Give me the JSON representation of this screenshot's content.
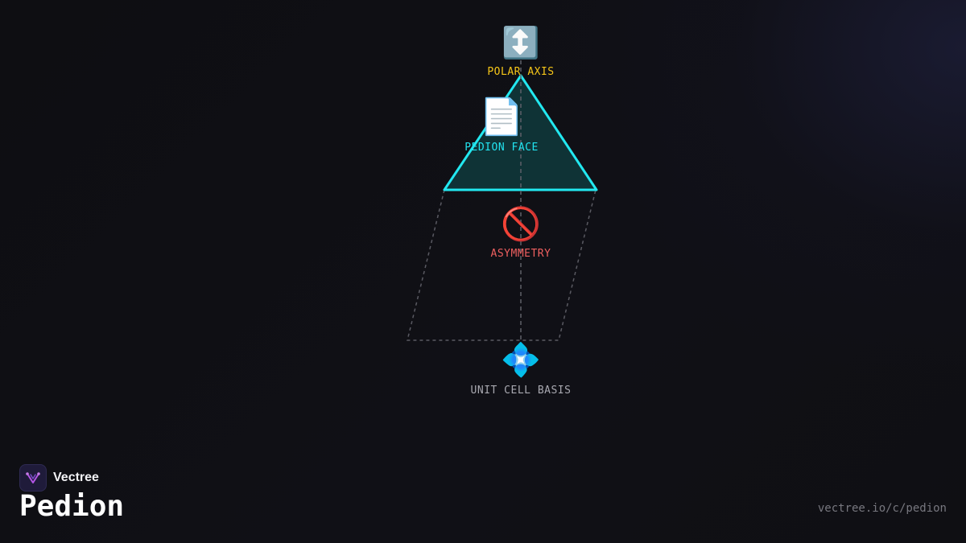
{
  "diagram": {
    "nodes": [
      {
        "id": "polar-axis",
        "label": "POLAR AXIS",
        "icon": "up-down-arrow-icon",
        "glyph": "↕️",
        "color": "#f5c518"
      },
      {
        "id": "pedion-face",
        "label": "PEDION FACE",
        "icon": "page-icon",
        "glyph": "📄",
        "color": "#22e4f0"
      },
      {
        "id": "asymmetry",
        "label": "ASYMMETRY",
        "icon": "prohibited-icon",
        "glyph": "🚫",
        "color": "#f06060"
      },
      {
        "id": "unit-cell-basis",
        "label": "UNIT CELL BASIS",
        "icon": "diamond-dot-icon",
        "glyph": "💠",
        "color": "#a8a8b0"
      }
    ],
    "colors": {
      "face_stroke": "#22e8f0",
      "face_fill": "#0f3a3c",
      "cell_edge": "#5a5a62",
      "axis": "#5f6068"
    }
  },
  "brand": {
    "name": "Vectree",
    "icon": "vectree-logo-icon",
    "accent": "#b455e6"
  },
  "page": {
    "title": "Pedion",
    "url": "vectree.io/c/pedion"
  }
}
